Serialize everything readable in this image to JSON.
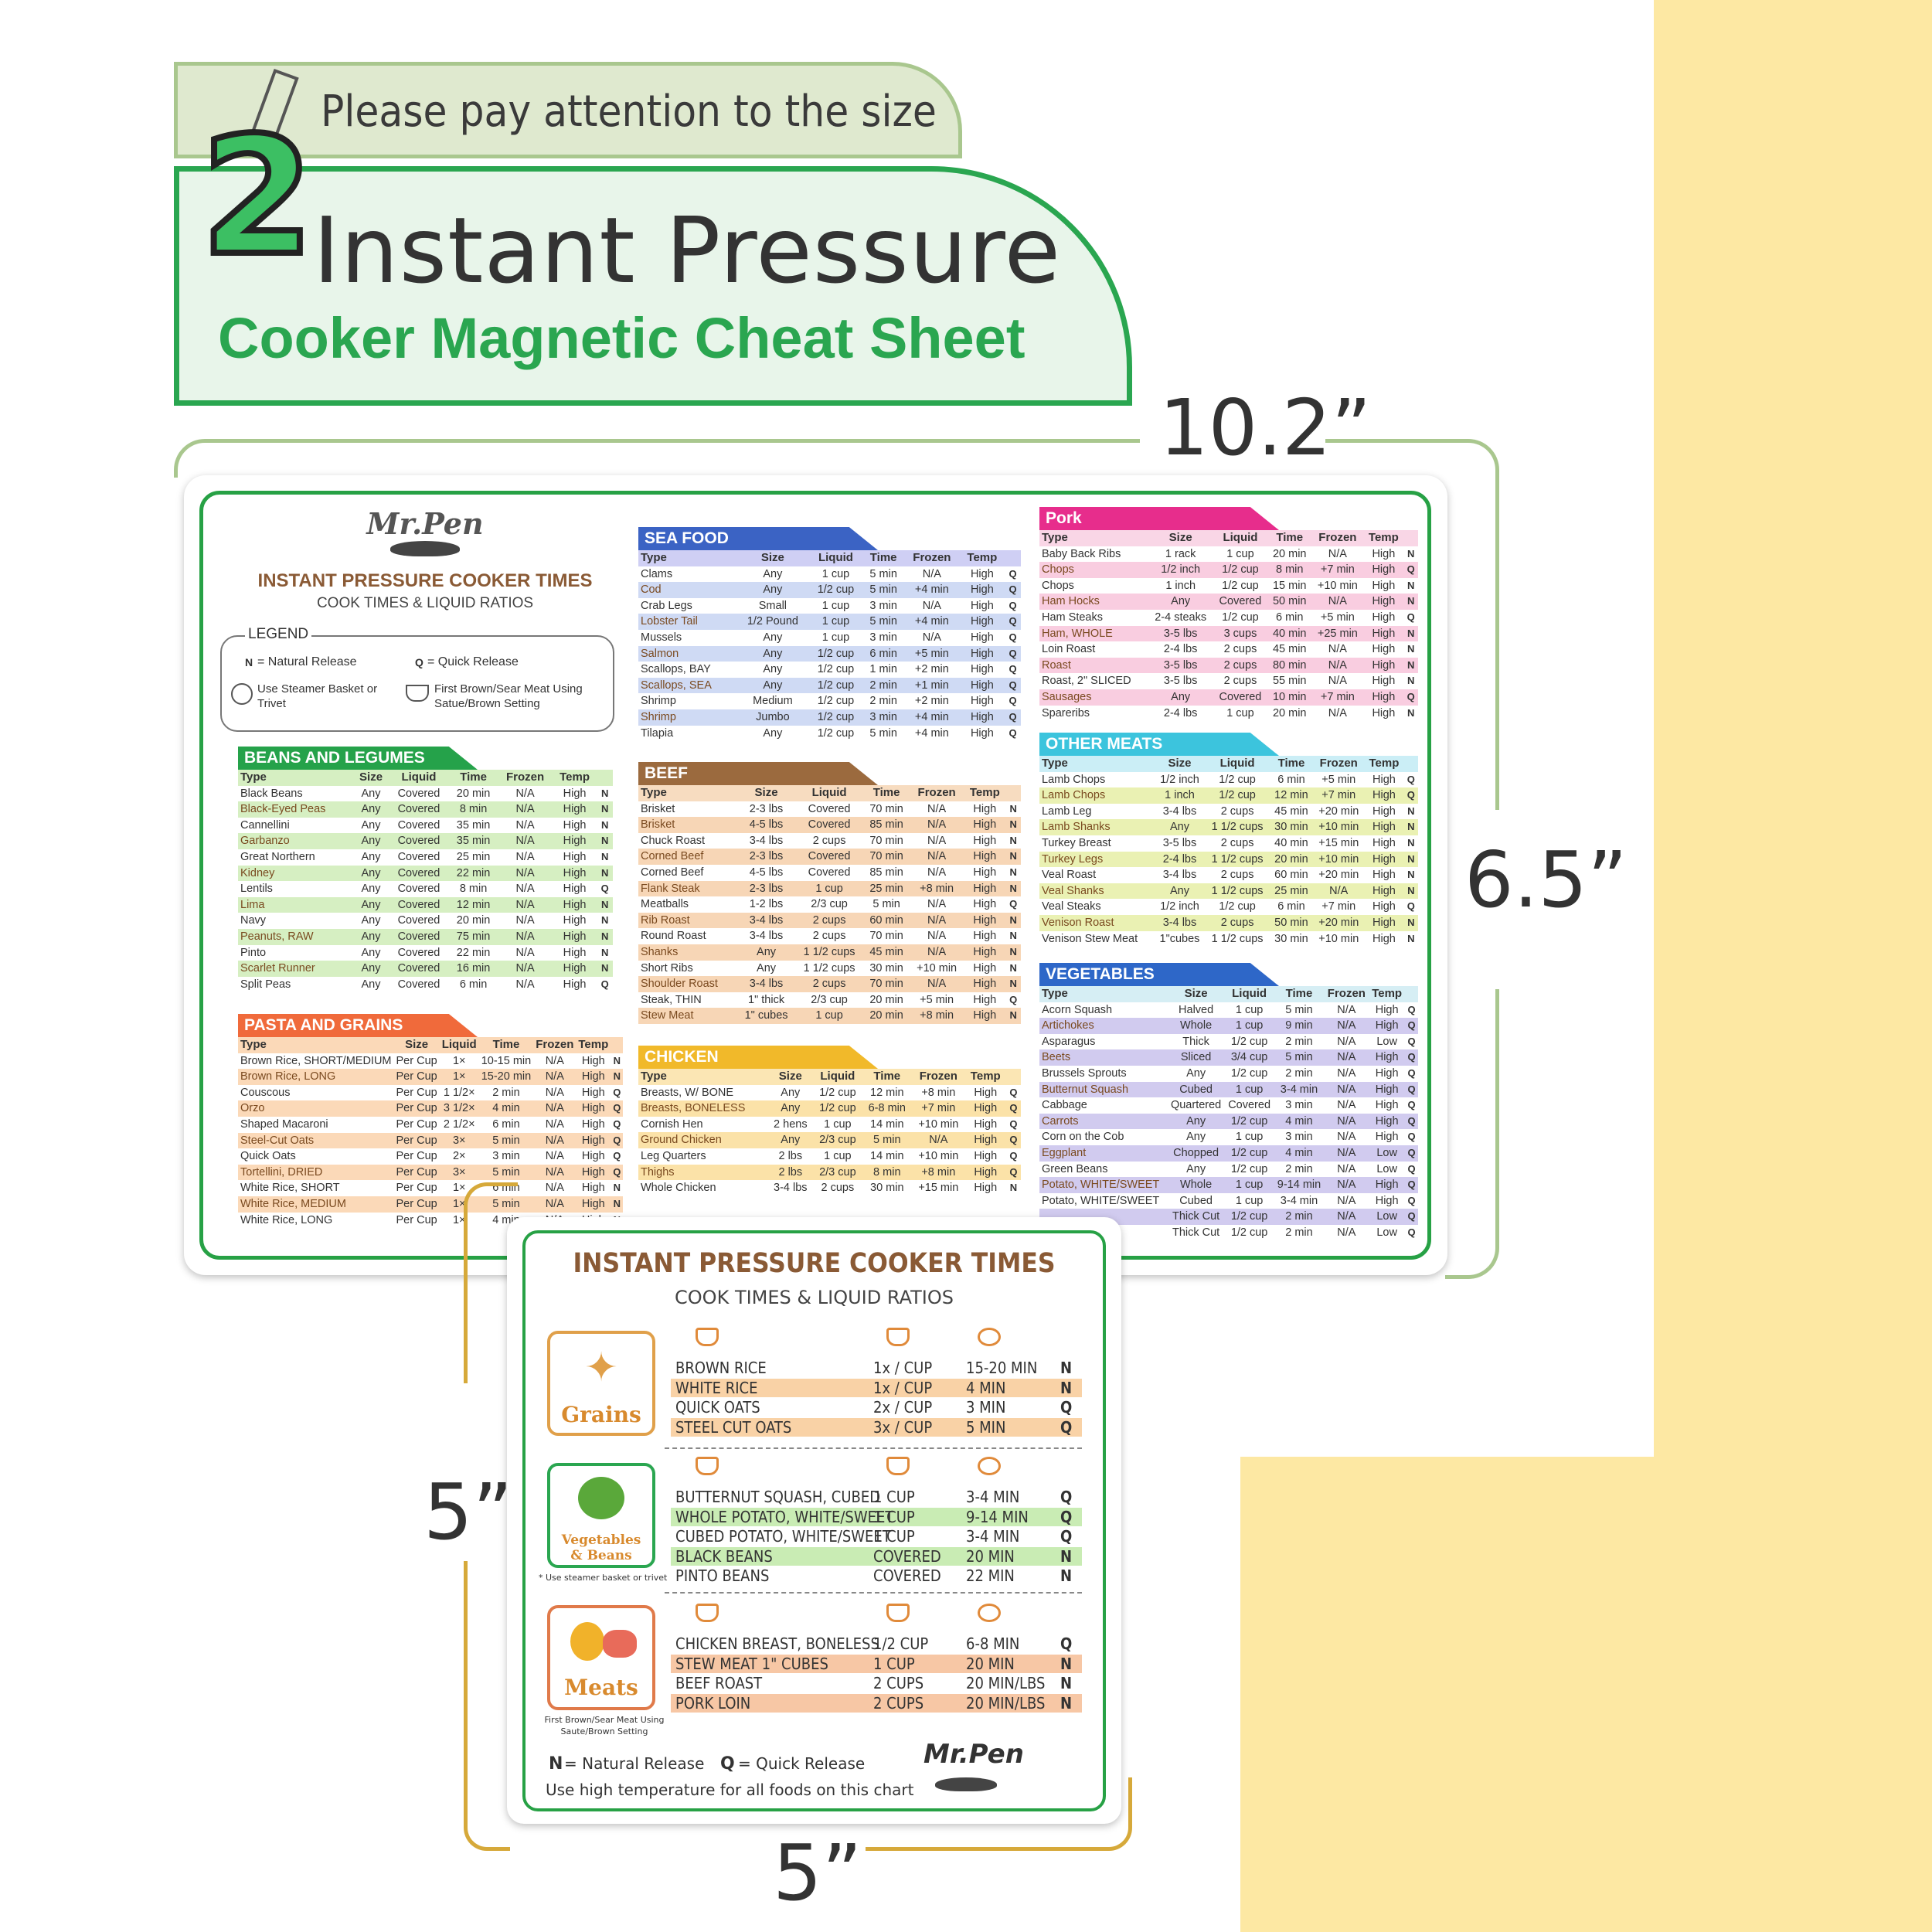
{
  "header": {
    "notice": "Please pay attention to the size",
    "number": "2",
    "title": "Instant Pressure",
    "subtitle": "Cooker Magnetic Cheat Sheet"
  },
  "dimensions": {
    "large_width": "10.2”",
    "large_height": "6.5”",
    "small_width": "5”",
    "small_height": "5”"
  },
  "colors": {
    "green": "#2aa650",
    "yellow": "#fde8a3",
    "brown": "#8a5a35"
  },
  "large": {
    "brand": "Mr.Pen",
    "title": "INSTANT PRESSURE COOKER TIMES",
    "subtitle": "COOK TIMES & LIQUID RATIOS",
    "legend": {
      "title": "LEGEND",
      "natural": "= Natural Release",
      "quick": "= Quick Release",
      "steamer": "Use Steamer Basket or Trivet",
      "brown": "First Brown/Sear Meat Using Satue/Brown Setting"
    },
    "headers6": [
      "Type",
      "Size",
      "Liquid",
      "Time",
      "Frozen",
      "Temp"
    ],
    "beans": {
      "title": "BEANS AND LEGUMES",
      "rows": [
        [
          "Black Beans",
          "Any",
          "Covered",
          "20 min",
          "N/A",
          "High",
          "N"
        ],
        [
          "Black-Eyed Peas",
          "Any",
          "Covered",
          "8 min",
          "N/A",
          "High",
          "N"
        ],
        [
          "Cannellini",
          "Any",
          "Covered",
          "35 min",
          "N/A",
          "High",
          "N"
        ],
        [
          "Garbanzo",
          "Any",
          "Covered",
          "35 min",
          "N/A",
          "High",
          "N"
        ],
        [
          "Great Northern",
          "Any",
          "Covered",
          "25 min",
          "N/A",
          "High",
          "N"
        ],
        [
          "Kidney",
          "Any",
          "Covered",
          "22 min",
          "N/A",
          "High",
          "N"
        ],
        [
          "Lentils",
          "Any",
          "Covered",
          "8 min",
          "N/A",
          "High",
          "Q"
        ],
        [
          "Lima",
          "Any",
          "Covered",
          "12 min",
          "N/A",
          "High",
          "N"
        ],
        [
          "Navy",
          "Any",
          "Covered",
          "20 min",
          "N/A",
          "High",
          "N"
        ],
        [
          "Peanuts, RAW",
          "Any",
          "Covered",
          "75 min",
          "N/A",
          "High",
          "N"
        ],
        [
          "Pinto",
          "Any",
          "Covered",
          "22 min",
          "N/A",
          "High",
          "N"
        ],
        [
          "Scarlet Runner",
          "Any",
          "Covered",
          "16 min",
          "N/A",
          "High",
          "N"
        ],
        [
          "Split Peas",
          "Any",
          "Covered",
          "6 min",
          "N/A",
          "High",
          "Q"
        ]
      ]
    },
    "pasta": {
      "title": "PASTA AND GRAINS",
      "rows": [
        [
          "Brown Rice, SHORT/MEDIUM",
          "Per Cup",
          "1×",
          "10-15 min",
          "N/A",
          "High",
          "N"
        ],
        [
          "Brown Rice, LONG",
          "Per Cup",
          "1×",
          "15-20 min",
          "N/A",
          "High",
          "N"
        ],
        [
          "Couscous",
          "Per Cup",
          "1 1/2×",
          "2 min",
          "N/A",
          "High",
          "Q"
        ],
        [
          "Orzo",
          "Per Cup",
          "3 1/2×",
          "4 min",
          "N/A",
          "High",
          "Q"
        ],
        [
          "Shaped Macaroni",
          "Per Cup",
          "2 1/2×",
          "6 min",
          "N/A",
          "High",
          "Q"
        ],
        [
          "Steel-Cut Oats",
          "Per Cup",
          "3×",
          "5 min",
          "N/A",
          "High",
          "Q"
        ],
        [
          "Quick Oats",
          "Per Cup",
          "2×",
          "3 min",
          "N/A",
          "High",
          "Q"
        ],
        [
          "Tortellini, DRIED",
          "Per Cup",
          "3×",
          "5 min",
          "N/A",
          "High",
          "Q"
        ],
        [
          "White Rice, SHORT",
          "Per Cup",
          "1×",
          "6 min",
          "N/A",
          "High",
          "N"
        ],
        [
          "White Rice, MEDIUM",
          "Per Cup",
          "1×",
          "5 min",
          "N/A",
          "High",
          "N"
        ],
        [
          "White Rice, LONG",
          "Per Cup",
          "1×",
          "4 min",
          "N/A",
          "High",
          "N"
        ]
      ]
    },
    "seafood": {
      "title": "SEA FOOD",
      "rows": [
        [
          "Clams",
          "Any",
          "1 cup",
          "5 min",
          "N/A",
          "High",
          "Q"
        ],
        [
          "Cod",
          "Any",
          "1/2 cup",
          "5 min",
          "+4 min",
          "High",
          "Q"
        ],
        [
          "Crab Legs",
          "Small",
          "1 cup",
          "3 min",
          "N/A",
          "High",
          "Q"
        ],
        [
          "Lobster Tail",
          "1/2 Pound",
          "1 cup",
          "5 min",
          "+4 min",
          "High",
          "Q"
        ],
        [
          "Mussels",
          "Any",
          "1 cup",
          "3 min",
          "N/A",
          "High",
          "Q"
        ],
        [
          "Salmon",
          "Any",
          "1/2 cup",
          "6 min",
          "+5 min",
          "High",
          "Q"
        ],
        [
          "Scallops, BAY",
          "Any",
          "1/2 cup",
          "1 min",
          "+2 min",
          "High",
          "Q"
        ],
        [
          "Scallops, SEA",
          "Any",
          "1/2 cup",
          "2 min",
          "+1 min",
          "High",
          "Q"
        ],
        [
          "Shrimp",
          "Medium",
          "1/2 cup",
          "2 min",
          "+2 min",
          "High",
          "Q"
        ],
        [
          "Shrimp",
          "Jumbo",
          "1/2 cup",
          "3 min",
          "+4 min",
          "High",
          "Q"
        ],
        [
          "Tilapia",
          "Any",
          "1/2 cup",
          "5 min",
          "+4 min",
          "High",
          "Q"
        ]
      ]
    },
    "beef": {
      "title": "BEEF",
      "rows": [
        [
          "Brisket",
          "2-3 lbs",
          "Covered",
          "70 min",
          "N/A",
          "High",
          "N"
        ],
        [
          "Brisket",
          "4-5 lbs",
          "Covered",
          "85 min",
          "N/A",
          "High",
          "N"
        ],
        [
          "Chuck Roast",
          "3-4 lbs",
          "2 cups",
          "70 min",
          "N/A",
          "High",
          "N"
        ],
        [
          "Corned Beef",
          "2-3 lbs",
          "Covered",
          "70 min",
          "N/A",
          "High",
          "N"
        ],
        [
          "Corned Beef",
          "4-5 lbs",
          "Covered",
          "85 min",
          "N/A",
          "High",
          "N"
        ],
        [
          "Flank Steak",
          "2-3 lbs",
          "1 cup",
          "25 min",
          "+8 min",
          "High",
          "N"
        ],
        [
          "Meatballs",
          "1-2 lbs",
          "2/3 cup",
          "5 min",
          "N/A",
          "High",
          "Q"
        ],
        [
          "Rib Roast",
          "3-4 lbs",
          "2 cups",
          "60 min",
          "N/A",
          "High",
          "N"
        ],
        [
          "Round Roast",
          "3-4 lbs",
          "2 cups",
          "70 min",
          "N/A",
          "High",
          "N"
        ],
        [
          "Shanks",
          "Any",
          "1 1/2 cups",
          "45 min",
          "N/A",
          "High",
          "N"
        ],
        [
          "Short Ribs",
          "Any",
          "1 1/2 cups",
          "30 min",
          "+10 min",
          "High",
          "N"
        ],
        [
          "Shoulder Roast",
          "3-4 lbs",
          "2 cups",
          "70 min",
          "N/A",
          "High",
          "N"
        ],
        [
          "Steak, THIN",
          "1\" thick",
          "2/3 cup",
          "20 min",
          "+5 min",
          "High",
          "Q"
        ],
        [
          "Stew Meat",
          "1\" cubes",
          "1 cup",
          "20 min",
          "+8 min",
          "High",
          "N"
        ]
      ]
    },
    "chicken": {
      "title": "CHICKEN",
      "rows": [
        [
          "Breasts, W/ BONE",
          "Any",
          "1/2 cup",
          "12 min",
          "+8 min",
          "High",
          "Q"
        ],
        [
          "Breasts, BONELESS",
          "Any",
          "1/2 cup",
          "6-8 min",
          "+7 min",
          "High",
          "Q"
        ],
        [
          "Cornish Hen",
          "2 hens",
          "1 cup",
          "14 min",
          "+10 min",
          "High",
          "Q"
        ],
        [
          "Ground Chicken",
          "Any",
          "2/3 cup",
          "5 min",
          "N/A",
          "High",
          "Q"
        ],
        [
          "Leg Quarters",
          "2 lbs",
          "1 cup",
          "14 min",
          "+10 min",
          "High",
          "Q"
        ],
        [
          "Thighs",
          "2 lbs",
          "2/3 cup",
          "8 min",
          "+8 min",
          "High",
          "Q"
        ],
        [
          "Whole Chicken",
          "3-4 lbs",
          "2 cups",
          "30 min",
          "+15 min",
          "High",
          "N"
        ]
      ]
    },
    "pork": {
      "title": "Pork",
      "rows": [
        [
          "Baby Back Ribs",
          "1 rack",
          "1 cup",
          "20 min",
          "N/A",
          "High",
          "N"
        ],
        [
          "Chops",
          "1/2 inch",
          "1/2 cup",
          "8 min",
          "+7 min",
          "High",
          "Q"
        ],
        [
          "Chops",
          "1 inch",
          "1/2 cup",
          "15 min",
          "+10 min",
          "High",
          "N"
        ],
        [
          "Ham Hocks",
          "Any",
          "Covered",
          "50 min",
          "N/A",
          "High",
          "N"
        ],
        [
          "Ham Steaks",
          "2-4 steaks",
          "1/2 cup",
          "6 min",
          "+5 min",
          "High",
          "Q"
        ],
        [
          "Ham, WHOLE",
          "3-5 lbs",
          "3 cups",
          "40 min",
          "+25 min",
          "High",
          "N"
        ],
        [
          "Loin Roast",
          "2-4 lbs",
          "2 cups",
          "45 min",
          "N/A",
          "High",
          "N"
        ],
        [
          "Roast",
          "3-5 lbs",
          "2 cups",
          "80 min",
          "N/A",
          "High",
          "N"
        ],
        [
          "Roast, 2\" SLICED",
          "3-5 lbs",
          "2 cups",
          "55 min",
          "N/A",
          "High",
          "N"
        ],
        [
          "Sausages",
          "Any",
          "Covered",
          "10 min",
          "+7 min",
          "High",
          "Q"
        ],
        [
          "Spareribs",
          "2-4 lbs",
          "1 cup",
          "20 min",
          "N/A",
          "High",
          "N"
        ]
      ]
    },
    "othermeats": {
      "title": "OTHER MEATS",
      "rows": [
        [
          "Lamb Chops",
          "1/2 inch",
          "1/2 cup",
          "6 min",
          "+5 min",
          "High",
          "Q"
        ],
        [
          "Lamb Chops",
          "1 inch",
          "1/2 cup",
          "12 min",
          "+7 min",
          "High",
          "Q"
        ],
        [
          "Lamb Leg",
          "3-4 lbs",
          "2 cups",
          "45 min",
          "+20 min",
          "High",
          "N"
        ],
        [
          "Lamb Shanks",
          "Any",
          "1 1/2 cups",
          "30 min",
          "+10 min",
          "High",
          "N"
        ],
        [
          "Turkey Breast",
          "3-5 lbs",
          "2 cups",
          "40 min",
          "+15 min",
          "High",
          "N"
        ],
        [
          "Turkey Legs",
          "2-4 lbs",
          "1 1/2 cups",
          "20 min",
          "+10 min",
          "High",
          "N"
        ],
        [
          "Veal Roast",
          "3-4 lbs",
          "2 cups",
          "60 min",
          "+20 min",
          "High",
          "N"
        ],
        [
          "Veal Shanks",
          "Any",
          "1 1/2 cups",
          "25 min",
          "N/A",
          "High",
          "N"
        ],
        [
          "Veal Steaks",
          "1/2 inch",
          "1/2 cup",
          "6 min",
          "+7 min",
          "High",
          "Q"
        ],
        [
          "Venison Roast",
          "3-4 lbs",
          "2 cups",
          "50 min",
          "+20 min",
          "High",
          "N"
        ],
        [
          "Venison Stew Meat",
          "1\"cubes",
          "1 1/2 cups",
          "30 min",
          "+10 min",
          "High",
          "N"
        ]
      ]
    },
    "vegetables": {
      "title": "VEGETABLES",
      "rows": [
        [
          "Acorn Squash",
          "Halved",
          "1 cup",
          "5 min",
          "N/A",
          "High",
          "Q"
        ],
        [
          "Artichokes",
          "Whole",
          "1 cup",
          "9 min",
          "N/A",
          "High",
          "Q"
        ],
        [
          "Asparagus",
          "Thick",
          "1/2 cup",
          "2 min",
          "N/A",
          "Low",
          "Q"
        ],
        [
          "Beets",
          "Sliced",
          "3/4 cup",
          "5 min",
          "N/A",
          "High",
          "Q"
        ],
        [
          "Brussels Sprouts",
          "Any",
          "1/2 cup",
          "2 min",
          "N/A",
          "High",
          "Q"
        ],
        [
          "Butternut Squash",
          "Cubed",
          "1 cup",
          "3-4 min",
          "N/A",
          "High",
          "Q"
        ],
        [
          "Cabbage",
          "Quartered",
          "Covered",
          "3 min",
          "N/A",
          "High",
          "Q"
        ],
        [
          "Carrots",
          "Any",
          "1/2 cup",
          "4 min",
          "N/A",
          "High",
          "Q"
        ],
        [
          "Corn on the Cob",
          "Any",
          "1 cup",
          "3 min",
          "N/A",
          "High",
          "Q"
        ],
        [
          "Eggplant",
          "Chopped",
          "1/2 cup",
          "4 min",
          "N/A",
          "Low",
          "Q"
        ],
        [
          "Green Beans",
          "Any",
          "1/2 cup",
          "2 min",
          "N/A",
          "Low",
          "Q"
        ],
        [
          "Potato, WHITE/SWEET",
          "Whole",
          "1 cup",
          "9-14 min",
          "N/A",
          "High",
          "Q"
        ],
        [
          "Potato, WHITE/SWEET",
          "Cubed",
          "1 cup",
          "3-4 min",
          "N/A",
          "High",
          "Q"
        ],
        [
          "",
          "Thick Cut",
          "1/2 cup",
          "2 min",
          "N/A",
          "Low",
          "Q"
        ],
        [
          "",
          "Thick Cut",
          "1/2 cup",
          "2 min",
          "N/A",
          "Low",
          "Q"
        ]
      ]
    }
  },
  "small": {
    "title": "INSTANT PRESSURE COOKER TIMES",
    "subtitle": "COOK TIMES & LIQUID RATIOS",
    "grains_label": "Grains",
    "veg_label": "Vegetables & Beans",
    "veg_note": "* Use steamer basket or trivet",
    "meats_label": "Meats",
    "meats_note": "First Brown/Sear Meat Using Saute/Brown Setting",
    "grains": [
      [
        "BROWN RICE",
        "1x / CUP",
        "15-20 MIN",
        "N"
      ],
      [
        "WHITE RICE",
        "1x / CUP",
        "4 MIN",
        "N"
      ],
      [
        "QUICK OATS",
        "2x / CUP",
        "3 MIN",
        "Q"
      ],
      [
        "STEEL CUT OATS",
        "3x / CUP",
        "5 MIN",
        "Q"
      ]
    ],
    "veg": [
      [
        "BUTTERNUT SQUASH, CUBED",
        "1 CUP",
        "3-4 MIN",
        "Q"
      ],
      [
        "WHOLE POTATO, WHITE/SWEET",
        "1 CUP",
        "9-14 MIN",
        "Q"
      ],
      [
        "CUBED POTATO, WHITE/SWEET",
        "1 CUP",
        "3-4 MIN",
        "Q"
      ],
      [
        "BLACK BEANS",
        "COVERED",
        "20 MIN",
        "N"
      ],
      [
        "PINTO BEANS",
        "COVERED",
        "22 MIN",
        "N"
      ]
    ],
    "meats": [
      [
        "CHICKEN BREAST, BONELESS",
        "1/2 CUP",
        "6-8 MIN",
        "Q"
      ],
      [
        "STEW MEAT 1\" CUBES",
        "1 CUP",
        "20 MIN",
        "N"
      ],
      [
        "BEEF ROAST",
        "2 CUPS",
        "20 MIN/LBS",
        "N"
      ],
      [
        "PORK LOIN",
        "2 CUPS",
        "20 MIN/LBS",
        "N"
      ]
    ],
    "legend_natural": "= Natural Release",
    "legend_quick": "= Quick Release",
    "note": "Use high temperature for all foods on this chart",
    "brand": "Mr.Pen"
  }
}
